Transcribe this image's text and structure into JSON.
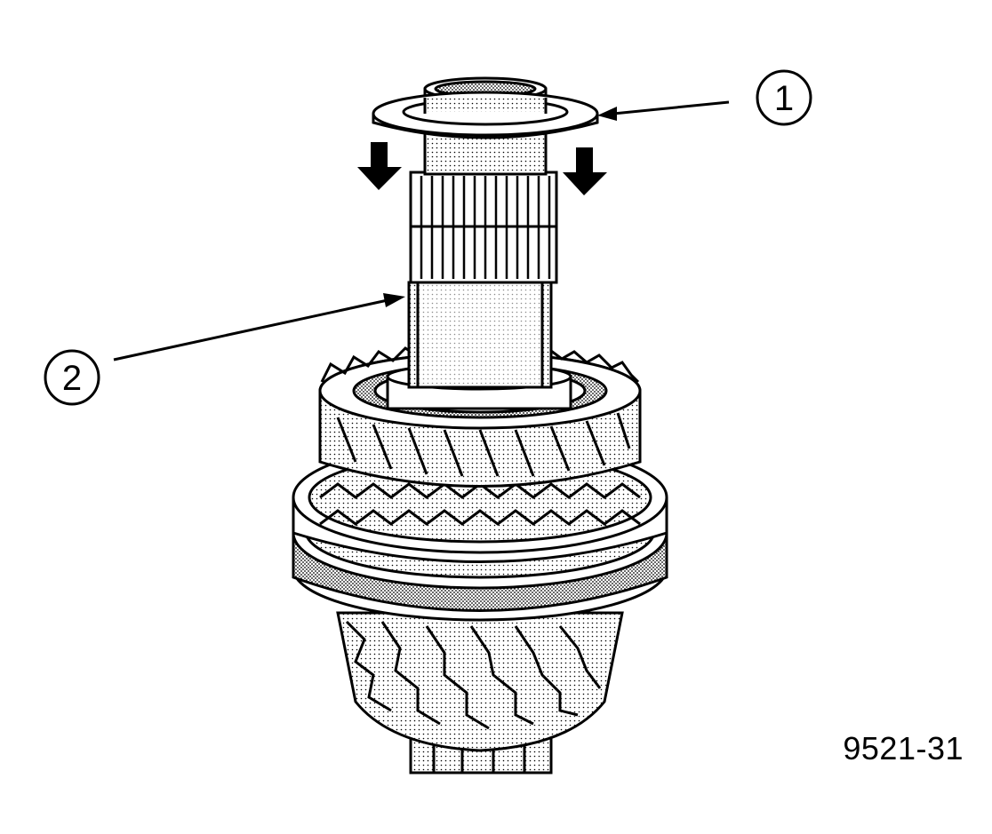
{
  "diagram": {
    "callouts": [
      {
        "id": "1",
        "label": "1"
      },
      {
        "id": "2",
        "label": "2"
      }
    ],
    "figure_id": "9521-31",
    "colors": {
      "line": "#000000",
      "shade": "#bdbdbd",
      "background": "#ffffff"
    }
  }
}
